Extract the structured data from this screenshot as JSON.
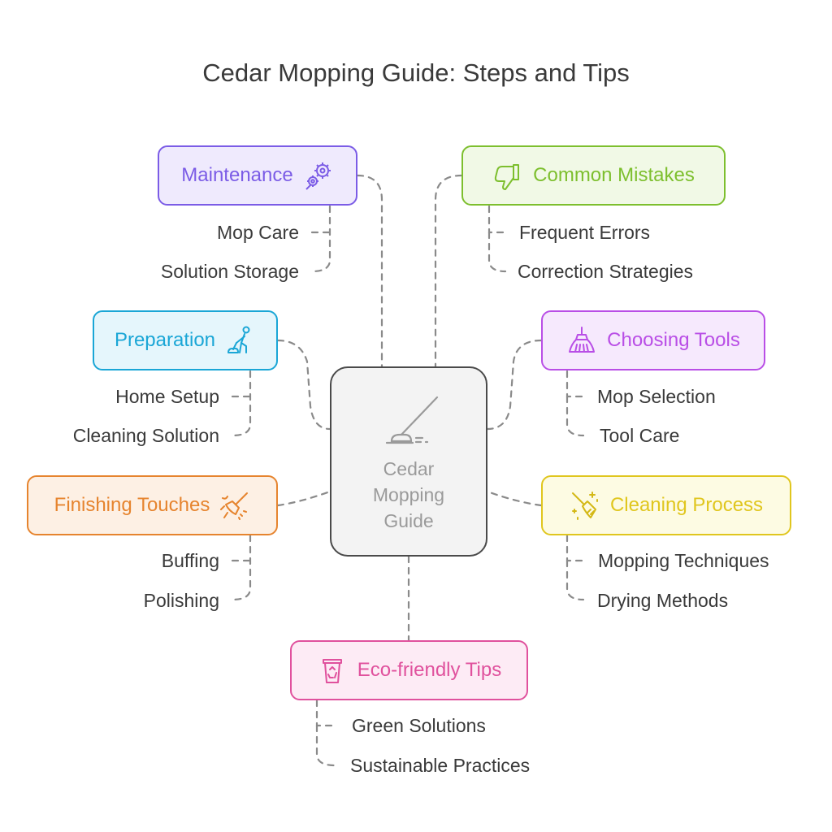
{
  "title": "Cedar Mopping Guide: Steps and Tips",
  "center": {
    "label": "Cedar\nMopping\nGuide",
    "icon": "mop-icon"
  },
  "topics": {
    "maintenance": {
      "label": "Maintenance",
      "icon": "gears-icon",
      "color": "#7b5ce6",
      "fill": "#efeafd",
      "items": [
        "Mop Care",
        "Solution Storage"
      ]
    },
    "common_mistakes": {
      "label": "Common Mistakes",
      "icon": "thumbs-down-icon",
      "color": "#7dbf2e",
      "fill": "#f1f9e6",
      "items": [
        "Frequent Errors",
        "Correction Strategies"
      ]
    },
    "preparation": {
      "label": "Preparation",
      "icon": "person-vacuuming-icon",
      "color": "#1aa6d6",
      "fill": "#e5f6fc",
      "items": [
        "Home Setup",
        "Cleaning Solution"
      ]
    },
    "choosing_tools": {
      "label": "Choosing Tools",
      "icon": "broom-icon",
      "color": "#b94ee6",
      "fill": "#f6e9fd",
      "items": [
        "Mop Selection",
        "Tool Care"
      ]
    },
    "finishing_touches": {
      "label": "Finishing Touches",
      "icon": "sweeping-broom-icon",
      "color": "#e6842e",
      "fill": "#fdf0e4",
      "items": [
        "Buffing",
        "Polishing"
      ]
    },
    "cleaning_process": {
      "label": "Cleaning Process",
      "icon": "sparkle-broom-icon",
      "color": "#e0c61e",
      "fill": "#fdfbe3",
      "items": [
        "Mopping Techniques",
        "Drying Methods"
      ]
    },
    "eco_friendly": {
      "label": "Eco-friendly Tips",
      "icon": "recycle-bin-icon",
      "color": "#e0519d",
      "fill": "#fdebf5",
      "items": [
        "Green Solutions",
        "Sustainable Practices"
      ]
    }
  }
}
